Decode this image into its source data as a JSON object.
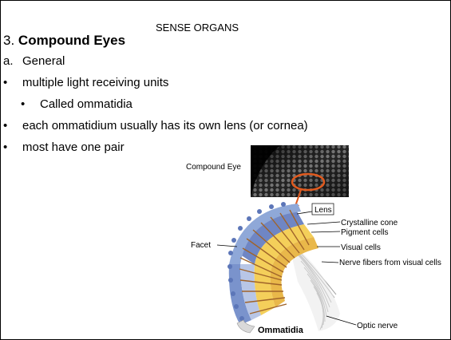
{
  "slide": {
    "header": "SENSE ORGANS",
    "title_number": "3.",
    "title_text": "Compound Eyes",
    "items": [
      {
        "marker": "a.",
        "text": "General"
      },
      {
        "marker": "•",
        "text": "multiple light receiving units"
      },
      {
        "marker": "•",
        "text": "Called ommatidia"
      },
      {
        "marker": "•",
        "text": "each ommatidium usually has its own lens (or cornea)"
      },
      {
        "marker": "•",
        "text": "most have one pair"
      }
    ]
  },
  "figure": {
    "compound_eye_label": "Compound Eye",
    "labels": {
      "lens": "Lens",
      "crystalline_cone": "Crystalline cone",
      "pigment_cells": "Pigment cells",
      "visual_cells": "Visual cells",
      "nerve_fibers": "Nerve fibers from visual cells",
      "facet": "Facet",
      "optic_nerve": "Optic nerve",
      "ommatidia": "Ommatidia"
    },
    "colors": {
      "arrow": "#e05a1e",
      "lens_blue": "#8fa8d8",
      "ommatidium_yellow": "#f4cf5a",
      "pigment_brown": "#a0642a"
    }
  }
}
